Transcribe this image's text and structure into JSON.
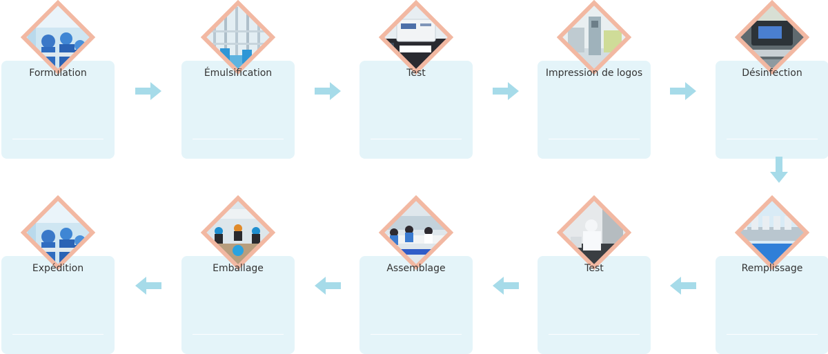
{
  "colors": {
    "card_background": "#e4f4f9",
    "diamond_border": "#f2b8a2",
    "arrow": "#a6dbe9",
    "label_text": "#333333"
  },
  "steps": [
    {
      "label": "Formulation",
      "image": "lab-workers-photo"
    },
    {
      "label": "Émulsification",
      "image": "emulsifier-pipes-photo"
    },
    {
      "label": "Test",
      "image": "test-instrument-photo"
    },
    {
      "label": "Impression de logos",
      "image": "logo-printing-machine-photo"
    },
    {
      "label": "Désinfection",
      "image": "disinfection-machine-photo"
    },
    {
      "label": "Remplissage",
      "image": "filling-line-photo"
    },
    {
      "label": "Test",
      "image": "quality-test-worker-photo"
    },
    {
      "label": "Assemblage",
      "image": "assembly-line-photo"
    },
    {
      "label": "Emballage",
      "image": "packaging-workers-photo"
    },
    {
      "label": "Expédition",
      "image": "lab-workers-photo"
    }
  ]
}
